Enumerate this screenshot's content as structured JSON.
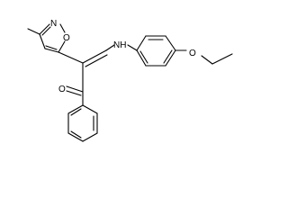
{
  "molecule": {
    "atoms": {
      "isoxazole_N": "N",
      "isoxazole_O": "O",
      "amine_NH": "NH",
      "ketone_O": "O",
      "ether_O": "O"
    }
  }
}
